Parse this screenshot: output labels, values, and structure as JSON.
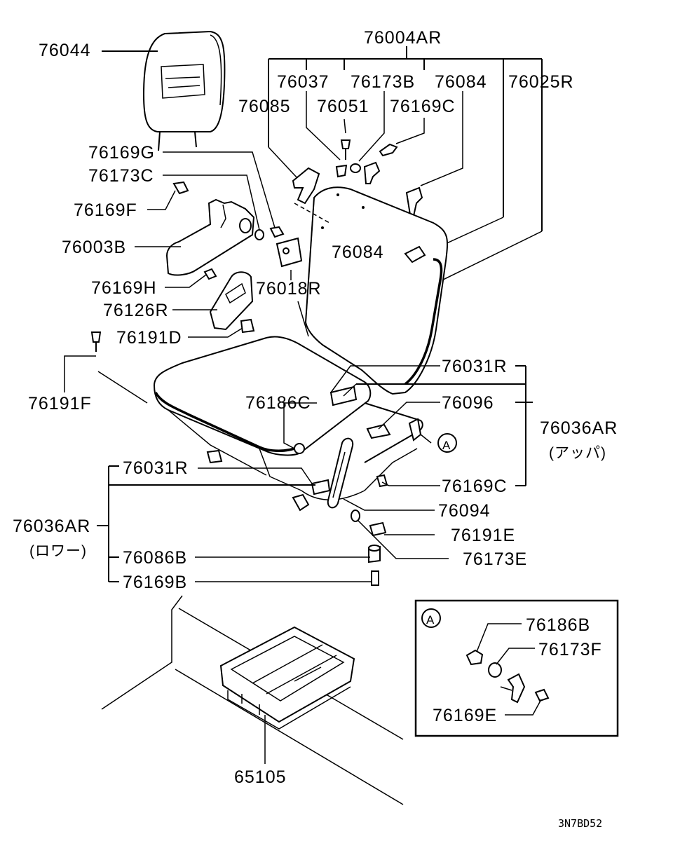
{
  "labels": {
    "p76044": "76044",
    "p76004AR": "76004AR",
    "p76037": "76037",
    "p76173B": "76173B",
    "p76084a": "76084",
    "p76025R": "76025R",
    "p76085": "76085",
    "p76051": "76051",
    "p76169C_top": "76169C",
    "p76169G": "76169G",
    "p76173C": "76173C",
    "p76169F": "76169F",
    "p76003B": "76003B",
    "p76084b": "76084",
    "p76169H": "76169H",
    "p76018R": "76018R",
    "p76126R": "76126R",
    "p76191D": "76191D",
    "p76191F": "76191F",
    "p76031R_upper": "76031R",
    "p76186C": "76186C",
    "p76096": "76096",
    "p76036AR_upper": "76036AR",
    "upper_note": "(アッパ)",
    "p76031R_lower": "76031R",
    "p76169C_lower": "76169C",
    "p76036AR_lower": "76036AR",
    "lower_note": "(ロワー)",
    "p76094": "76094",
    "p76191E": "76191E",
    "p76086B": "76086B",
    "p76173E": "76173E",
    "p76169B": "76169B",
    "p65105": "65105",
    "callout_A": "A",
    "inset_A": "A",
    "inset_76186B": "76186B",
    "inset_76173F": "76173F",
    "inset_76169E": "76169E",
    "drawing_code": "3N7BD52"
  }
}
